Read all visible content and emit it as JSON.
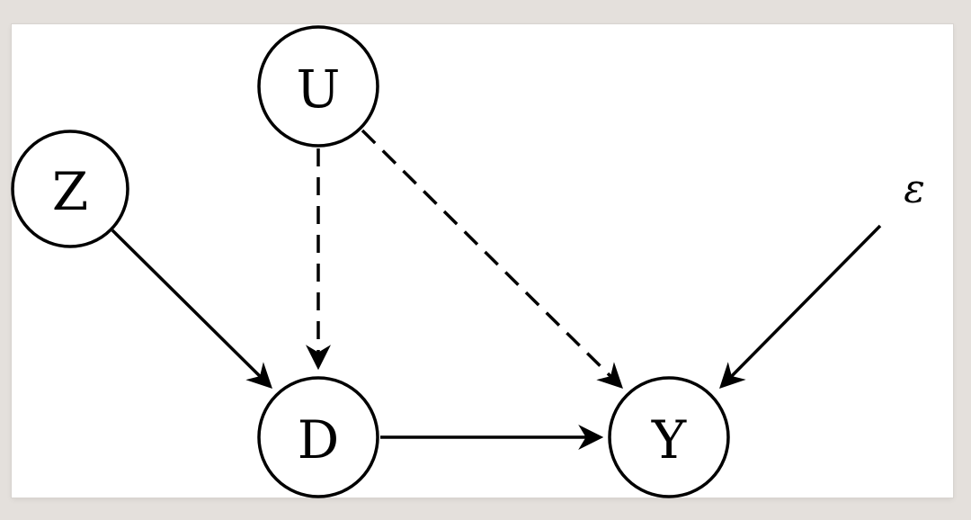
{
  "diagram": {
    "nodes": [
      {
        "id": "U",
        "label": "U",
        "shape": "circle"
      },
      {
        "id": "Z",
        "label": "Z",
        "shape": "circle"
      },
      {
        "id": "D",
        "label": "D",
        "shape": "circle"
      },
      {
        "id": "Y",
        "label": "Y",
        "shape": "circle"
      },
      {
        "id": "epsilon",
        "label": "ε",
        "shape": "none"
      }
    ],
    "edges": [
      {
        "from": "Z",
        "to": "D",
        "style": "solid"
      },
      {
        "from": "U",
        "to": "D",
        "style": "dashed"
      },
      {
        "from": "U",
        "to": "Y",
        "style": "dashed"
      },
      {
        "from": "D",
        "to": "Y",
        "style": "solid"
      },
      {
        "from": "epsilon",
        "to": "Y",
        "style": "solid"
      }
    ]
  }
}
